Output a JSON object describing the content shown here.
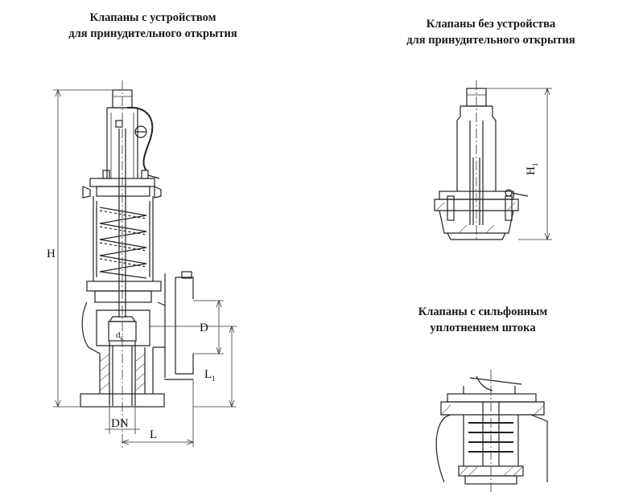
{
  "captions": {
    "with_device": [
      "Клапаны с устройством",
      "для принудительного открытия"
    ],
    "without_device": [
      "Клапаны без устройства",
      "для принудительного открытия"
    ],
    "bellows": [
      "Клапаны с сильфонным",
      "уплотнением штока"
    ]
  },
  "dimensions": {
    "H": "H",
    "H1_main": "H",
    "H1_sub": "1",
    "D": "D",
    "L1_main": "L",
    "L1_sub": "1",
    "DN": "DN",
    "L": "L",
    "dc_main": "d",
    "dc_sub": "c"
  }
}
